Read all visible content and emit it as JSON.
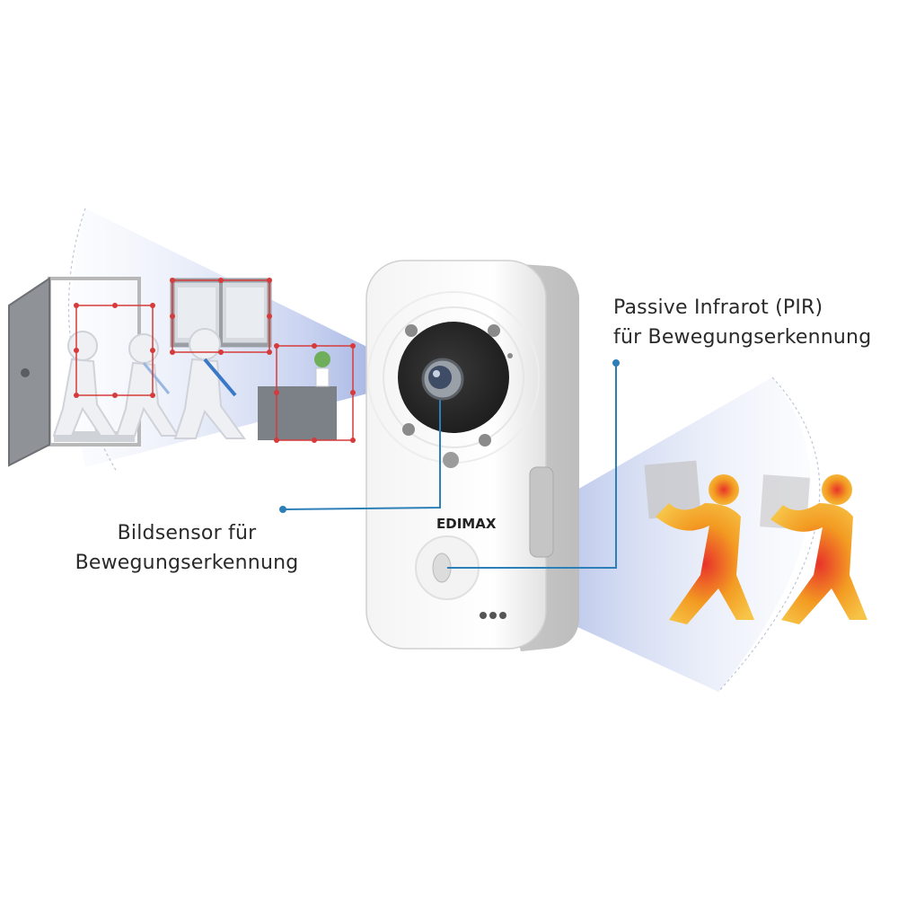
{
  "labels": {
    "pir_line1": "Passive Infrarot (PIR)",
    "pir_line2": "für Bewegungserkennung",
    "image_sensor_line1": "Bildsensor für",
    "image_sensor_line2": "Bewegungserkennung"
  },
  "camera": {
    "brand": "EDIMAX"
  },
  "colors": {
    "fov_blue": "#8fa3d8",
    "connector_blue": "#2d7fb8",
    "detection_red": "#d63a3a",
    "heat_orange": "#f0a020"
  }
}
